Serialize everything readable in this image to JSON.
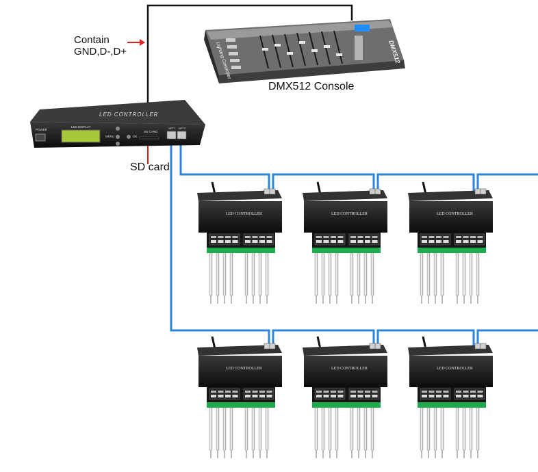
{
  "labels": {
    "contain_line1": "Contain",
    "contain_line2": "GND,D-,D+",
    "dmx_console": "DMX512 Console",
    "sd_card": "SD card"
  },
  "master_controller": {
    "title": "LED CONTROLLER",
    "display_label": "LED DISPLAY",
    "power_label": "POWER",
    "menu_label": "MENU",
    "ok_label": "OK",
    "sd_slot_label": "SD CARD",
    "port1_label": "NET1",
    "port2_label": "NET2"
  },
  "console": {
    "side_text": "DMX512",
    "brand_text": "Lighting Controller"
  },
  "slave_controller": {
    "title": "LED CONTROLLER"
  },
  "colors": {
    "cable_blue": "#2a86d8",
    "cable_black": "#111111",
    "arrow_red": "#e02020",
    "device_body": "#1c1c1c",
    "terminal_green": "#1faa4f",
    "lcd_green": "#a8c83a"
  }
}
